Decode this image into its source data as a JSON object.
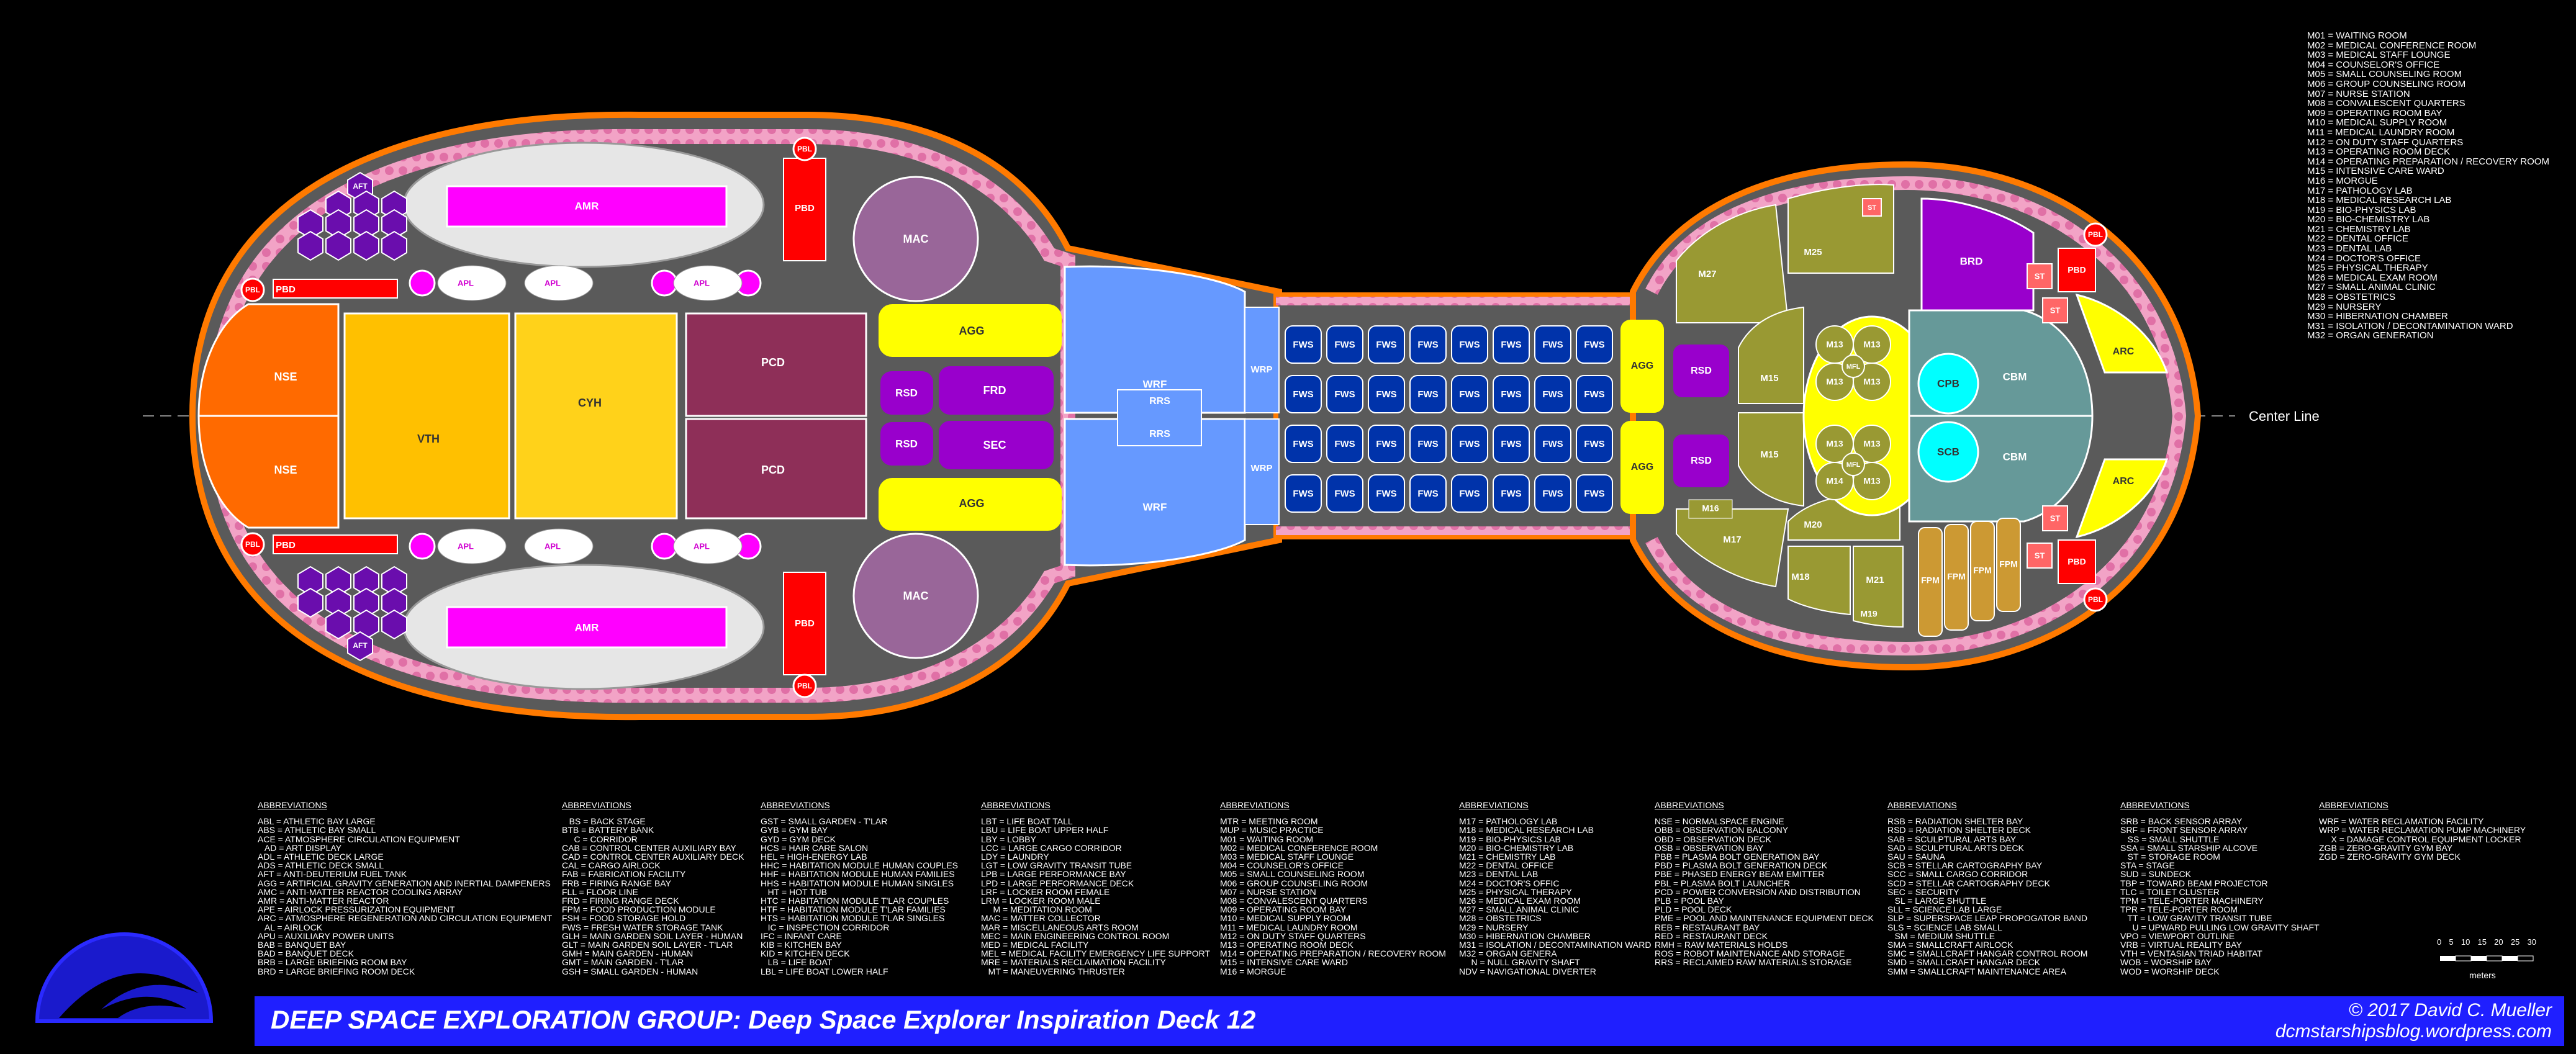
{
  "title": "DEEP SPACE EXPLORATION GROUP: Deep Space Explorer Inspiration Deck 12",
  "copyright": "© 2017 David C. Mueller",
  "website": "dcmstarshipsblog.wordpress.com",
  "center_line": "Center Line",
  "scale": {
    "ticks": [
      "0",
      "5",
      "10",
      "15",
      "20",
      "25",
      "30"
    ],
    "unit": "meters"
  },
  "colors": {
    "background": "#000000",
    "hull_outline": "#ff7a00",
    "hull_rim": "#f4a6c8",
    "floor": "#5a5a5a",
    "banner": "#1f1fff"
  },
  "rooms": {
    "nse": "NSE",
    "vth": "VTH",
    "cyh": "CYH",
    "pcd": "PCD",
    "agg": "AGG",
    "rsd": "RSD",
    "frd": "FRD",
    "sec": "SEC",
    "mac": "MAC",
    "amr": "AMR",
    "pbd": "PBD",
    "pbl": "PBL",
    "apl": "APL",
    "aft": "AFT",
    "wrf": "WRF",
    "wrp": "WRP",
    "rrs": "RRS",
    "fws": "FWS",
    "m13": "M13",
    "m14": "M14",
    "m15": "M15",
    "m16": "M16",
    "m17": "M17",
    "m18": "M18",
    "m19": "M19",
    "m20": "M20",
    "m21": "M21",
    "m25": "M25",
    "m27": "M27",
    "mfl": "MFL",
    "brd": "BRD",
    "cpb": "CPB",
    "scb": "SCB",
    "cbm": "CBM",
    "arc": "ARC",
    "st": "ST",
    "fpm": "FPM"
  },
  "medical_legend": [
    "M01 = WAITING ROOM",
    "M02 = MEDICAL CONFERENCE ROOM",
    "M03 = MEDICAL STAFF LOUNGE",
    "M04 = COUNSELOR'S OFFICE",
    "M05 = SMALL COUNSELING ROOM",
    "M06 = GROUP COUNSELING ROOM",
    "M07 = NURSE STATION",
    "M08 = CONVALESCENT QUARTERS",
    "M09 = OPERATING ROOM BAY",
    "M10 = MEDICAL SUPPLY ROOM",
    "M11 = MEDICAL LAUNDRY ROOM",
    "M12 = ON DUTY STAFF QUARTERS",
    "M13 = OPERATING ROOM DECK",
    "M14 = OPERATING PREPARATION / RECOVERY ROOM",
    "M15 = INTENSIVE CARE WARD",
    "M16 = MORGUE",
    "M17 = PATHOLOGY LAB",
    "M18 = MEDICAL RESEARCH LAB",
    "M19 = BIO-PHYSICS LAB",
    "M20 = BIO-CHEMISTRY LAB",
    "M21 = CHEMISTRY LAB",
    "M22 = DENTAL OFFICE",
    "M23 = DENTAL LAB",
    "M24 = DOCTOR'S OFFICE",
    "M25 = PHYSICAL THERAPY",
    "M26 = MEDICAL EXAM ROOM",
    "M27 = SMALL ANIMAL CLINIC",
    "M28 = OBSTETRICS",
    "M29 = NURSERY",
    "M30 = HIBERNATION CHAMBER",
    "M31 = ISOLATION / DECONTAMINATION WARD",
    "M32 = ORGAN GENERATION"
  ],
  "abbreviations_heading": "ABBREVIATIONS",
  "abbreviations": [
    [
      "ABL = ATHLETIC BAY LARGE",
      "ABS = ATHLETIC BAY SMALL",
      "ACE = ATMOSPHERE CIRCULATION EQUIPMENT",
      "   AD = ART DISPLAY",
      "ADL = ATHLETIC DECK LARGE",
      "ADS = ATHLETIC DECK SMALL",
      "AFT = ANTI-DEUTERIUM FUEL TANK",
      "AGG = ARTIFICIAL GRAVITY GENERATION AND INERTIAL DAMPENERS",
      "AMC = ANTI-MATTER REACTOR COOLING ARRAY",
      "AMR = ANTI-MATTER REACTOR",
      "APE = AIRLOCK PRESSURIZATION EQUIPMENT",
      "ARC = ATMOSPHERE REGENERATION AND CIRCULATION EQUIPMENT",
      "   AL = AIRLOCK",
      "APU = AUXILIARY POWER UNITS",
      "BAB = BANQUET BAY",
      "BAD = BANQUET DECK",
      "BRB = LARGE BRIEFING ROOM BAY",
      "BRD = LARGE BRIEFING ROOM DECK"
    ],
    [
      "   BS = BACK STAGE",
      "BTB = BATTERY BANK",
      "     C = CORRIDOR",
      "CAB = CONTROL CENTER AUXILIARY BAY",
      "CAD = CONTROL CENTER AUXILIARY DECK",
      "CAL = CARGO AIRLOCK",
      "FAB = FABRICATION FACILITY",
      "FRB = FIRING RANGE BAY",
      "FLL = FLOOR LINE",
      "FRD = FIRING RANGE DECK",
      "FPM = FOOD PRODUCTION MODULE",
      "FSH = FOOD STORAGE HOLD",
      "FWS = FRESH WATER STORAGE TANK",
      "GLH = MAIN GARDEN SOIL LAYER - HUMAN",
      "GLT = MAIN GARDEN SOIL LAYER - T'LAR",
      "GMH = MAIN GARDEN - HUMAN",
      "GMT = MAIN GARDEN - T'LAR",
      "GSH = SMALL GARDEN - HUMAN"
    ],
    [
      "GST = SMALL GARDEN - T'LAR",
      "GYB = GYM BAY",
      "GYD = GYM DECK",
      "HCS = HAIR CARE SALON",
      "HEL = HIGH-ENERGY LAB",
      "HHC = HABITATION MODULE HUMAN COUPLES",
      "HHF = HABITATION MODULE HUMAN FAMILIES",
      "HHS = HABITATION MODULE HUMAN SINGLES",
      "   HT = HOT TUB",
      "HTC = HABITATION MODULE T'LAR COUPLES",
      "HTF = HABITATION MODULE T'LAR FAMILIES",
      "HTS = HABITATION MODULE T'LAR SINGLES",
      "   IC = INSPECTION CORRIDOR",
      "IFC = INFANT CARE",
      "KIB = KITCHEN BAY",
      "KID = KITCHEN DECK",
      "   LB = LIFE BOAT",
      "LBL = LIFE BOAT LOWER HALF"
    ],
    [
      "LBT = LIFE BOAT TALL",
      "LBU = LIFE BOAT UPPER HALF",
      "LBY = LOBBY",
      "LCC = LARGE CARGO CORRIDOR",
      "LDY = LAUNDRY",
      "LGT = LOW GRAVITY TRANSIT TUBE",
      "LPB = LARGE PERFORMANCE BAY",
      "LPD = LARGE PERFORMANCE DECK",
      "LRF = LOCKER ROOM FEMALE",
      "LRM = LOCKER ROOM MALE",
      "     M = MEDITATION ROOM",
      "MAC = MATTER COLLECTOR",
      "MAR = MISCELLANEOUS ARTS ROOM",
      "MEC = MAIN ENGINEERING CONTROL ROOM",
      "MED = MEDICAL FACILITY",
      "MEL = MEDICAL FACILITY EMERGENCY LIFE SUPPORT",
      "MRE = MATERIALS RECLAIMATION FACILITY",
      "   MT = MANEUVERING THRUSTER"
    ],
    [
      "MTR = MEETING ROOM",
      "MUP = MUSIC PRACTICE",
      "M01 = WAITING ROOM",
      "M02 = MEDICAL CONFERENCE ROOM",
      "M03 = MEDICAL STAFF LOUNGE",
      "M04 = COUNSELOR'S OFFICE",
      "M05 = SMALL COUNSELING ROOM",
      "M06 = GROUP COUNSELING ROOM",
      "M07 = NURSE STATION",
      "M08 = CONVALESCENT QUARTERS",
      "M09 = OPERATING ROOM BAY",
      "M10 = MEDICAL SUPPLY ROOM",
      "M11 = MEDICAL LAUNDRY ROOM",
      "M12 = ON DUTY STAFF QUARTERS",
      "M13 = OPERATING ROOM DECK",
      "M14 = OPERATING PREPARATION / RECOVERY ROOM",
      "M15 = INTENSIVE CARE WARD",
      "M16 = MORGUE"
    ],
    [
      "M17 = PATHOLOGY LAB",
      "M18 = MEDICAL RESEARCH LAB",
      "M19 = BIO-PHYSICS LAB",
      "M20 = BIO-CHEMISTRY LAB",
      "M21 = CHEMISTRY LAB",
      "M22 = DENTAL OFFICE",
      "M23 = DENTAL LAB",
      "M24 = DOCTOR'S OFFIC",
      "M25 = PHYSICAL THERAPY",
      "M26 = MEDICAL EXAM ROOM",
      "M27 = SMALL ANIMAL CLINIC",
      "M28 = OBSTETRICS",
      "M29 = NURSERY",
      "M30 = HIBERNATION CHAMBER",
      "M31 = ISOLATION / DECONTAMINATION WARD",
      "M32 = ORGAN GENERA",
      "     N = NULL GRAVITY SHAFT",
      "NDV = NAVIGATIONAL DIVERTER"
    ],
    [
      "NSE = NORMALSPACE ENGINE",
      "OBB = OBSERVATION BALCONY",
      "OBD = OBSERVATION DECK",
      "OSB = OBSERVATION BAY",
      "PBB = PLASMA BOLT GENERATION BAY",
      "PBD = PLASMA BOLT GENERATION DECK",
      "PBE = PHASED ENERGY BEAM EMITTER",
      "PBL = PLASMA BOLT LAUNCHER",
      "PCD = POWER CONVERSION AND DISTRIBUTION",
      "PLB = POOL BAY",
      "PLD = POOL DECK",
      "PME = POOL AND MAINTENANCE EQUIPMENT DECK",
      "REB = RESTAURANT BAY",
      "RED = RESTAURANT DECK",
      "RMH = RAW MATERIALS HOLDS",
      "ROS = ROBOT MAINTENANCE AND STORAGE",
      "RRS = RECLAIMED RAW MATERIALS STORAGE"
    ],
    [
      "RSB = RADIATION SHELTER BAY",
      "RSD = RADIATION SHELTER DECK",
      "SAB = SCULPTURAL ARTS BAY",
      "SAD = SCULPTURAL ARTS DECK",
      "SAU = SAUNA",
      "SCB = STELLAR CARTOGRAPHY BAY",
      "SCC = SMALL CARGO CORRIDOR",
      "SCD = STELLAR CARTOGRAPHY DECK",
      "SEC = SECURITY",
      "   SL = LARGE SHUTTLE",
      "SLL = SCIENCE LAB LARGE",
      "SLP = SUPERSPACE LEAP PROPOGATOR BAND",
      "SLS = SCIENCE LAB SMALL",
      "   SM = MEDIUM SHUTTLE",
      "SMA = SMALLCRAFT AIRLOCK",
      "SMC = SMALLCRAFT HANGAR CONTROL ROOM",
      "SMD = SMALLCRAFT HANGAR DECK",
      "SMM = SMALLCRAFT MAINTENANCE AREA"
    ],
    [
      "SRB = BACK SENSOR ARRAY",
      "SRF = FRONT SENSOR ARRAY",
      "   SS = SMALL SHUTTLE",
      "SSA = SMALL STARSHIP ALCOVE",
      "   ST = STORAGE ROOM",
      "STA = STAGE",
      "SUD = SUNDECK",
      "TBP = TOWARD BEAM PROJECTOR",
      "TLC = TOILET CLUSTER",
      "TPM = TELE-PORTER MACHINERY",
      "TPR = TELE-PORTER ROOM",
      "   TT = LOW GRAVITY TRANSIT TUBE",
      "     U = UPWARD PULLING LOW GRAVITY SHAFT",
      "VPO = VIEWPORT OUTLINE",
      "VRB = VIRTUAL REALITY BAY",
      "VTH = VENTASIAN TRIAD HABITAT",
      "WOB = WORSHIP BAY",
      "WOD = WORSHIP DECK"
    ],
    [
      "WRF = WATER RECLAMATION FACILITY",
      "WRP = WATER RECLAMATION PUMP MACHINERY",
      "     X = DAMAGE CONTROL EQUIPMENT LOCKER",
      "ZGB = ZERO-GRAVITY GYM BAY",
      "ZGD = ZERO-GRAVITY GYM DECK"
    ]
  ]
}
